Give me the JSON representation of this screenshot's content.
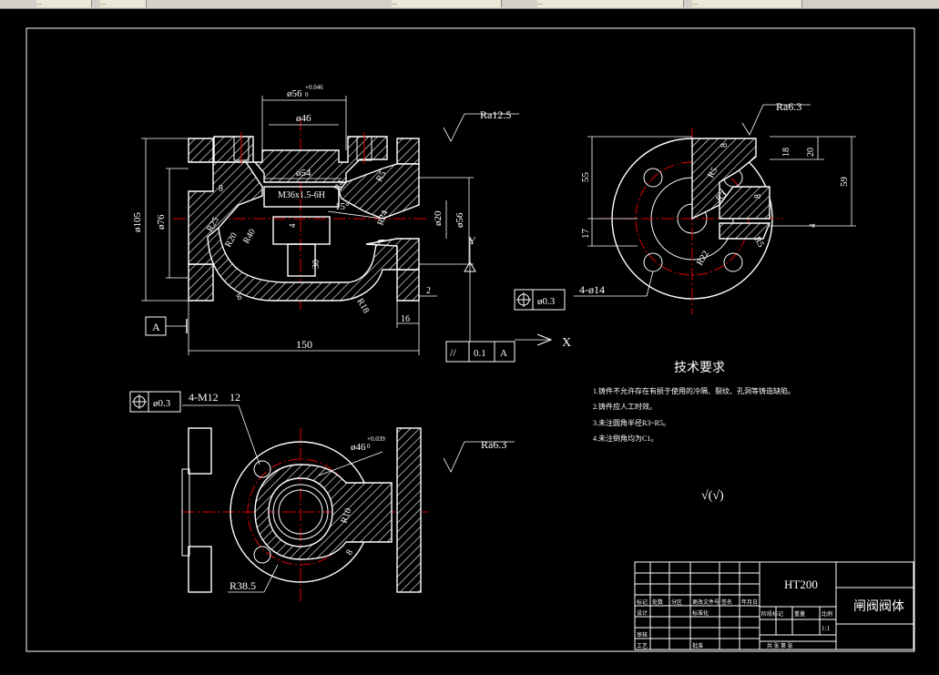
{
  "tabs": [
    {
      "label": "..."
    },
    {
      "label": "..."
    },
    {
      "label": "..."
    },
    {
      "label": "..."
    },
    {
      "label": "..."
    }
  ],
  "front_view": {
    "dims": {
      "d56_tol": "ø56",
      "d56_sup": "+0.046",
      "d56_sub": "0",
      "d46": "ø46",
      "d54": "ø54",
      "d105": "ø105",
      "d76": "ø76",
      "thread": "M36x1.5-6H",
      "angle": "15°",
      "d20": "ø20",
      "d56r": "ø56",
      "r24": "R24",
      "r4": "R4",
      "r5": "R5",
      "r25": "R25",
      "r20": "R20",
      "r40": "R40",
      "r18": "R18",
      "h8a": "8",
      "h8b": "8",
      "h4": "4",
      "h30": "30",
      "w2": "2",
      "w16": "16",
      "l150": "150"
    },
    "roughness": "Ra12.5",
    "datum": "A",
    "y_label": "Y",
    "x_label": "X",
    "tolerance_frame": {
      "symbol": "//",
      "value": "0.1",
      "datum": "A"
    }
  },
  "side_view": {
    "roughness": "Ra6.3",
    "dims": {
      "h8": "8",
      "h18": "18",
      "h20": "20",
      "h55": "55",
      "h59": "59",
      "h17": "17",
      "h4": "4",
      "r5a": "R5",
      "r5b": "R5",
      "r3": "R3",
      "h8b": "8",
      "r22": "R22",
      "holes": "4-ø14"
    },
    "position_frame": {
      "value": "ø0.3"
    }
  },
  "top_view": {
    "threads": "4-M12",
    "depth": "12",
    "position_frame": {
      "value": "ø0.3"
    },
    "d46_tol": "ø46",
    "d46_sup": "+0.039",
    "d46_sub": "0",
    "roughness": "Ra6.3",
    "r10": "R10",
    "h8": "8",
    "r38": "R38.5"
  },
  "notes": {
    "title": "技术要求",
    "items": [
      "1.铸件不允许存在有损于使用的冷隔、裂纹、孔洞等铸造缺陷。",
      "2.铸件应人工时效。",
      "3.未注圆角半径R3~R5。",
      "4.未注倒角均为C1。"
    ],
    "roughness_symbol": "√(√)"
  },
  "title_block": {
    "material": "HT200",
    "part_name": "闸阀阀体",
    "scale": "1:1",
    "labels": [
      "标记",
      "处数",
      "分区",
      "更改文件号",
      "签名",
      "年月日",
      "设计",
      "标准化",
      "审核",
      "工艺",
      "批准",
      "阶段标记",
      "重量",
      "比例",
      "共  张  第  张"
    ]
  }
}
